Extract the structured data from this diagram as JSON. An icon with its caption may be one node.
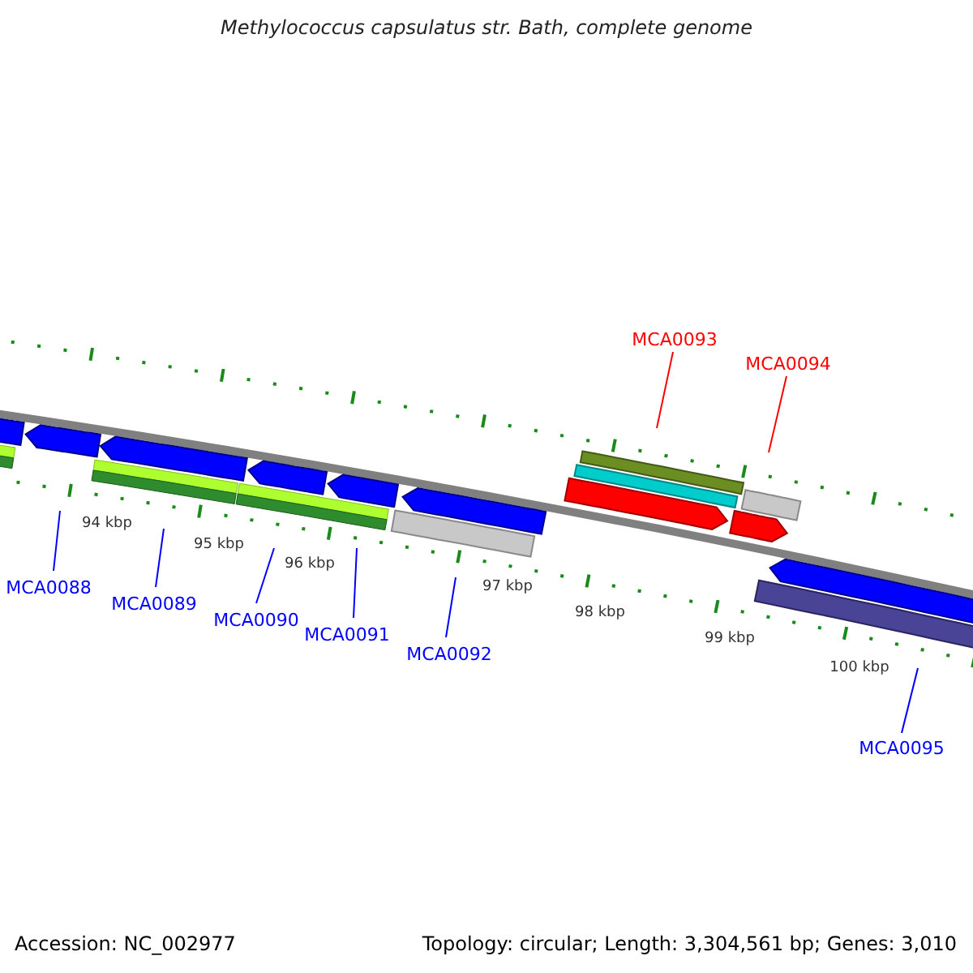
{
  "diagram": {
    "title": "Methylococcus capsulatus str. Bath, complete genome",
    "nodes": [
      {
        "text": [
          "MCA0088"
        ]
      },
      {
        "text": [
          "MCA0089"
        ]
      },
      {
        "text": [
          "MCA0090"
        ]
      },
      {
        "text": [
          "MCA0091"
        ]
      },
      {
        "text": [
          "MCA0092"
        ]
      },
      {
        "text": [
          "MCA0093"
        ]
      },
      {
        "text": [
          "MCA0094"
        ]
      },
      {
        "text": [
          "MCA0095"
        ]
      }
    ],
    "edges": [
      {
        "from": 0,
        "to": null,
        "arrow": "none"
      },
      {
        "from": 1,
        "to": null,
        "arrow": "none"
      },
      {
        "from": 2,
        "to": null,
        "arrow": "none"
      },
      {
        "from": 3,
        "to": null,
        "arrow": "none"
      },
      {
        "from": 4,
        "to": null,
        "arrow": "none"
      },
      {
        "from": 5,
        "to": null,
        "arrow": "none",
        "color": "#ff0000"
      },
      {
        "from": 6,
        "to": null,
        "arrow": "none",
        "color": "#ff0000"
      },
      {
        "from": 7,
        "to": null,
        "arrow": "none"
      }
    ],
    "labels": [
      "94 kbp",
      "95 kbp",
      "96 kbp",
      "97 kbp",
      "98 kbp",
      "99 kbp",
      "100 kbp",
      "Accession: NC_002977",
      "Topology: circular; Length: 3,304,561 bp; Genes: 3,010"
    ]
  }
}
